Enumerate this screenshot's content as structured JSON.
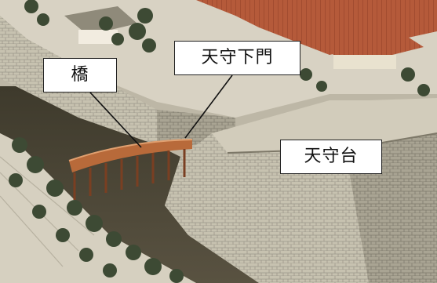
{
  "labels": {
    "bridge": "橋",
    "tenshu_gate": "天守下門",
    "tenshudai": "天守台"
  },
  "colors": {
    "stone_wall_light": "#cfcab8",
    "stone_wall_dark": "#8f8a7a",
    "moat": "#4a4636",
    "bridge_wood": "#b86a3a",
    "roof_red": "#b55a3a",
    "pine": "#3d4a34",
    "ground": "#d8d2c3"
  }
}
